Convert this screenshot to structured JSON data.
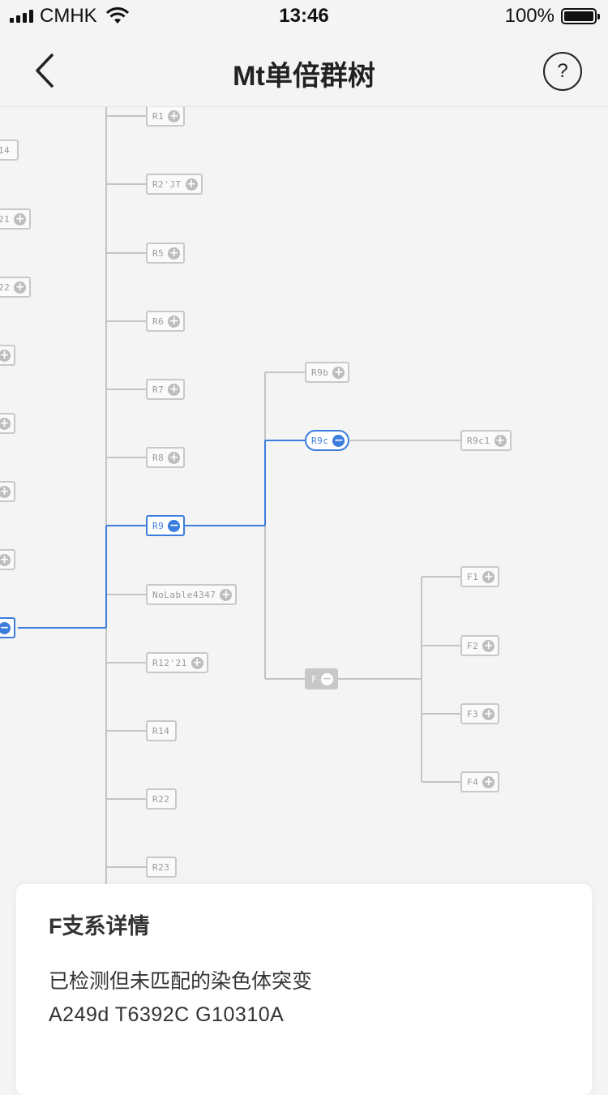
{
  "status_bar": {
    "carrier": "CMHK",
    "time": "13:46",
    "battery": "100%"
  },
  "nav": {
    "title": "Mt单倍群树",
    "help": "?"
  },
  "tree": {
    "left_labels": [
      "14",
      "21",
      "22"
    ],
    "column1": [
      "R1",
      "R2'JT",
      "R5",
      "R6",
      "R7",
      "R8",
      "R9",
      "NoLable4347",
      "R12'21",
      "R14",
      "R22",
      "R23"
    ],
    "column2": [
      "R9b",
      "R9c",
      "F"
    ],
    "column3": [
      "R9c1",
      "F1",
      "F2",
      "F3",
      "F4"
    ],
    "selected_path": [
      "R9",
      "R9c"
    ]
  },
  "panel": {
    "title": "F支系详情",
    "subtitle": "已检测但未匹配的染色体突变",
    "mutations": "A249d T6392C G10310A"
  }
}
